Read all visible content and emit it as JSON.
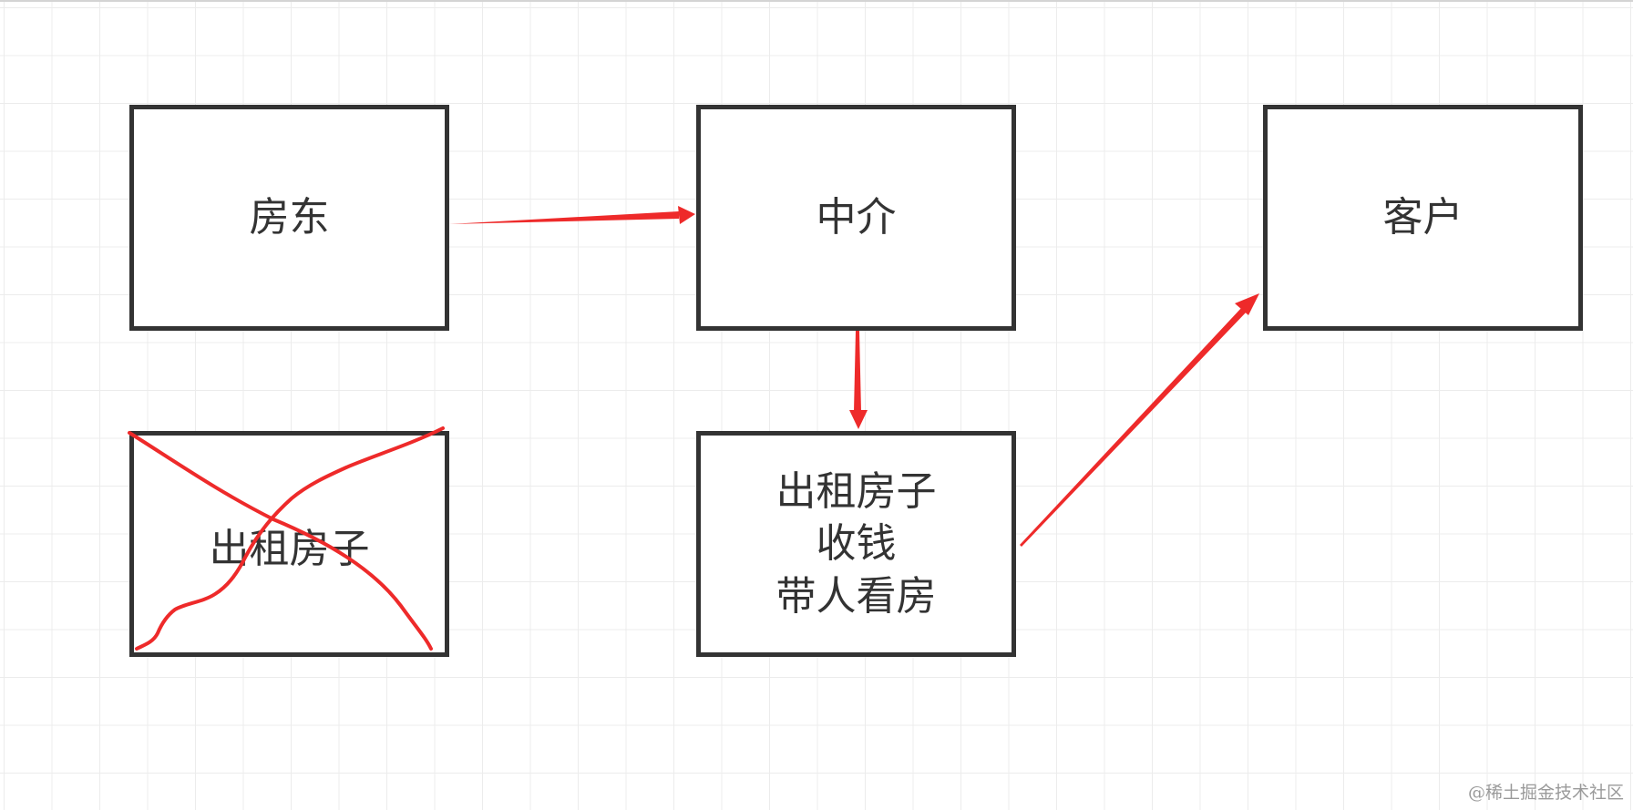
{
  "diagram": {
    "boxes": {
      "landlord": "房东",
      "agent": "中介",
      "client": "客户",
      "crossed": "出租房子",
      "duties": [
        "出租房子",
        "收钱",
        "带人看房"
      ]
    },
    "arrow_color": "#ee2a2a",
    "box_border_color": "#333333",
    "text_color": "#333333"
  },
  "watermark": "@稀土掘金技术社区"
}
